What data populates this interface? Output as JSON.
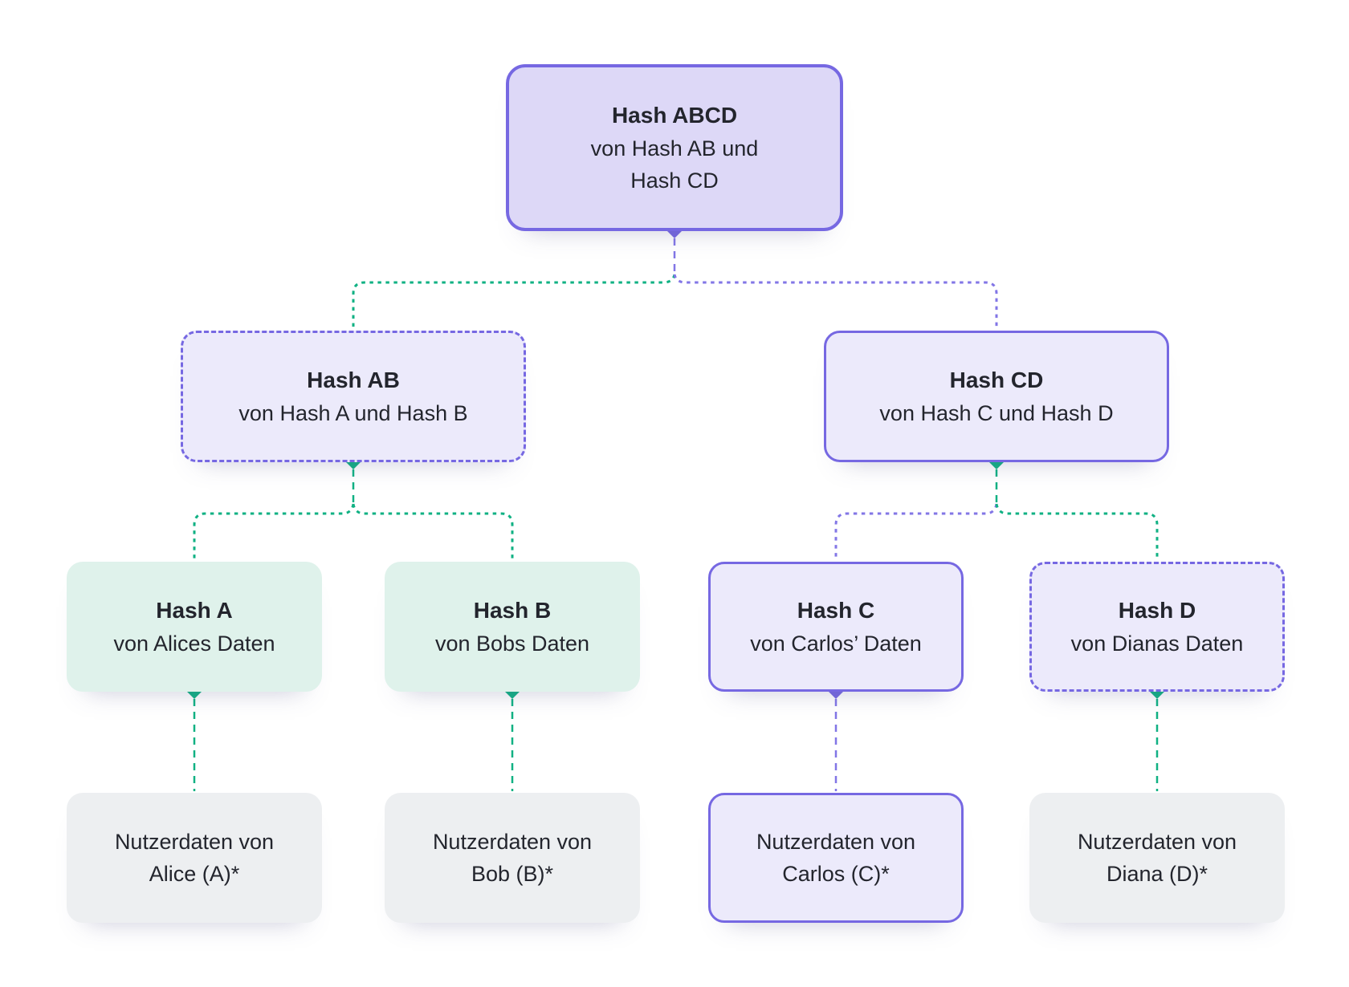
{
  "diagram": {
    "type": "merkle-tree",
    "language": "de"
  },
  "colors": {
    "purple": "#7668e2",
    "purple_line": "#8276e6",
    "green": "#10b183",
    "lavender_strong": "#ddd8f7",
    "lavender": "#eceafb",
    "mint": "#dff2eb",
    "gray": "#edeff1",
    "ink": "#23252d",
    "background": "#ffffff"
  },
  "nodes": {
    "root": {
      "title": "Hash ABCD",
      "subtitle": "von Hash AB und\nHash CD"
    },
    "hash_ab": {
      "title": "Hash AB",
      "subtitle": "von Hash A und Hash B"
    },
    "hash_cd": {
      "title": "Hash CD",
      "subtitle": "von Hash C und Hash D"
    },
    "hash_a": {
      "title": "Hash A",
      "subtitle": "von Alices Daten"
    },
    "hash_b": {
      "title": "Hash B",
      "subtitle": "von Bobs Daten"
    },
    "hash_c": {
      "title": "Hash C",
      "subtitle": "von Carlos’ Daten"
    },
    "hash_d": {
      "title": "Hash D",
      "subtitle": "von Dianas Daten"
    },
    "leaf_a": {
      "label": "Nutzerdaten von\nAlice (A)*"
    },
    "leaf_b": {
      "label": "Nutzerdaten von\nBob (B)*"
    },
    "leaf_c": {
      "label": "Nutzerdaten von\nCarlos (C)*"
    },
    "leaf_d": {
      "label": "Nutzerdaten von\nDiana (D)*"
    }
  }
}
